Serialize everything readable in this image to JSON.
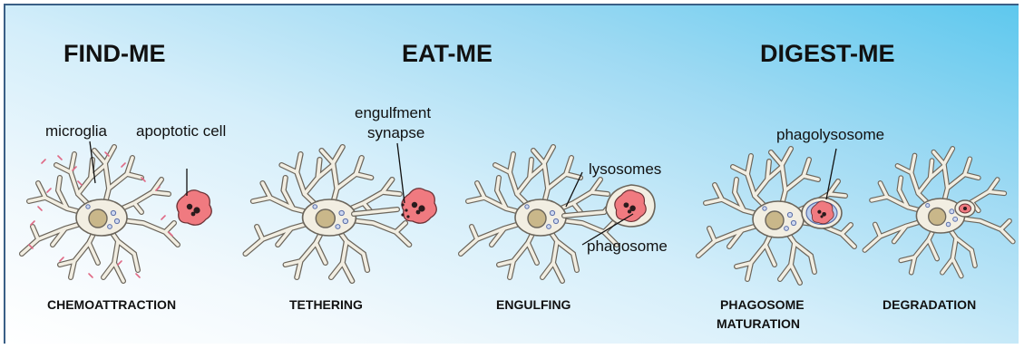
{
  "phases": {
    "find": "FIND-ME",
    "eat": "EAT-ME",
    "digest": "DIGEST-ME"
  },
  "stages": {
    "chemoattraction": "CHEMOATTRACTION",
    "tethering": "TETHERING",
    "engulfing": "ENGULFING",
    "maturation_line1": "PHAGOSOME",
    "maturation_line2": "MATURATION",
    "degradation": "DEGRADATION"
  },
  "labels": {
    "microglia": "microglia",
    "apoptotic_cell": "apoptotic cell",
    "synapse_line1": "engulfment",
    "synapse_line2": "synapse",
    "lysosomes": "lysosomes",
    "phagosome": "phagosome",
    "phagolysosome": "phagolysosome"
  },
  "colors": {
    "background_top_right": "#5ec8ee",
    "background_bottom_left": "#ffffff",
    "microglia_fill": "#f2eee2",
    "microglia_outline": "#6b655b",
    "nucleus": "#c9b78a",
    "apoptotic_cell": "#f07a80",
    "lysosome": "#cfd9f0",
    "chemoattractant": "#e06a86"
  }
}
